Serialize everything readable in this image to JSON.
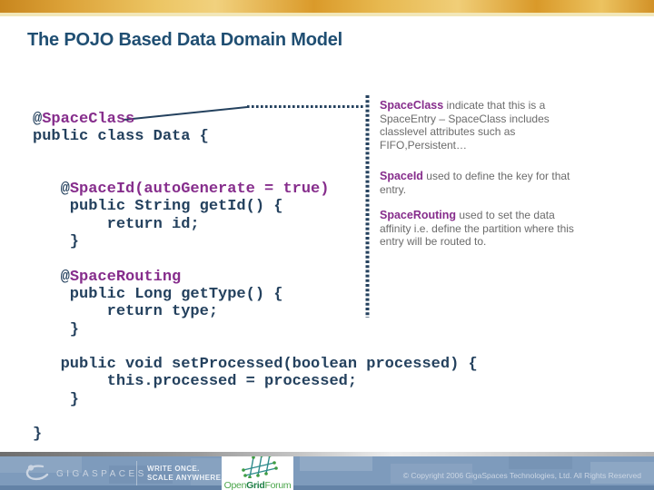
{
  "slide": {
    "title": "The POJO Based Data Domain Model"
  },
  "code": {
    "lines": [
      {
        "segments": [
          {
            "t": "@",
            "c": "navy"
          },
          {
            "t": "SpaceClass",
            "c": "purple"
          }
        ]
      },
      {
        "segments": [
          {
            "t": "public class Data {",
            "c": "navy"
          }
        ]
      },
      {
        "segments": []
      },
      {
        "segments": []
      },
      {
        "segments": [
          {
            "t": "   @",
            "c": "navy"
          },
          {
            "t": "SpaceId(autoGenerate = true)",
            "c": "purple"
          }
        ]
      },
      {
        "segments": [
          {
            "t": "    public String getId() {",
            "c": "navy"
          }
        ]
      },
      {
        "segments": [
          {
            "t": "        return id;",
            "c": "navy"
          }
        ]
      },
      {
        "segments": [
          {
            "t": "    }",
            "c": "navy"
          }
        ]
      },
      {
        "segments": []
      },
      {
        "segments": [
          {
            "t": "   @",
            "c": "navy"
          },
          {
            "t": "SpaceRouting",
            "c": "purple"
          }
        ]
      },
      {
        "segments": [
          {
            "t": "    public Long getType() {",
            "c": "navy"
          }
        ]
      },
      {
        "segments": [
          {
            "t": "        return type;",
            "c": "navy"
          }
        ]
      },
      {
        "segments": [
          {
            "t": "    }",
            "c": "navy"
          }
        ]
      },
      {
        "segments": []
      },
      {
        "segments": [
          {
            "t": "   public void setProcessed(boolean processed) {",
            "c": "navy"
          }
        ]
      },
      {
        "segments": [
          {
            "t": "        this.processed = processed;",
            "c": "navy"
          }
        ]
      },
      {
        "segments": [
          {
            "t": "    }",
            "c": "navy"
          }
        ]
      },
      {
        "segments": []
      },
      {
        "segments": [
          {
            "t": "}",
            "c": "navy"
          }
        ]
      }
    ]
  },
  "annotations": [
    {
      "keyword": "SpaceClass",
      "lines": [
        " indicate that this is a",
        "SpaceEntry – SpaceClass includes",
        "classlevel attributes such as",
        "FIFO,Persistent…"
      ]
    },
    {
      "keyword": "SpaceId",
      "lines": [
        " used to define the key for that",
        "entry."
      ]
    },
    {
      "keyword": "SpaceRouting",
      "lines": [
        " used to set the data",
        "affinity i.e. define the partition where this",
        "entry will be routed to."
      ]
    }
  ],
  "footer": {
    "brand": "GIGASPACES",
    "tagline_line1": "WRITE ONCE.",
    "tagline_line2": "SCALE ANYWHERE.",
    "ogf": {
      "open": "Open",
      "grid": "Grid",
      "forum": "Forum"
    },
    "copyright": "© Copyright 2006 GigaSpaces Technologies, Ltd. All Rights Reserved"
  },
  "colors": {
    "accent_gold": "#DFA939",
    "title_blue": "#1F4E72",
    "code_navy": "#24415E",
    "keyword_purple": "#862D8C",
    "annotation_gray": "#6B6B6B",
    "footer_blue": "#7E9BBC",
    "ogf_green": "#4CA64C"
  }
}
